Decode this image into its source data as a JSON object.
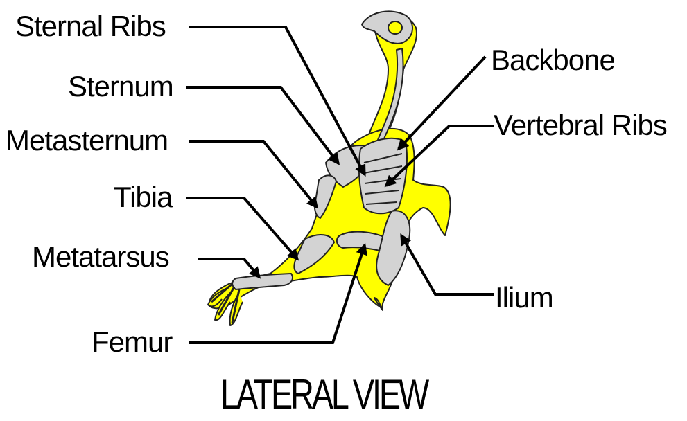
{
  "labels": {
    "sternal_ribs": "Sternal Ribs",
    "sternum": "Sternum",
    "metasternum": "Metasternum",
    "tibia": "Tibia",
    "metatarsus": "Metatarsus",
    "femur": "Femur",
    "backbone": "Backbone",
    "vertebral_ribs": "Vertebral Ribs",
    "ilium": "Ilium"
  },
  "caption": "LATERAL VIEW",
  "colors": {
    "body": "#ffff00",
    "bone": "#d3d3d3",
    "outline": "#222222",
    "leader": "#000000"
  }
}
